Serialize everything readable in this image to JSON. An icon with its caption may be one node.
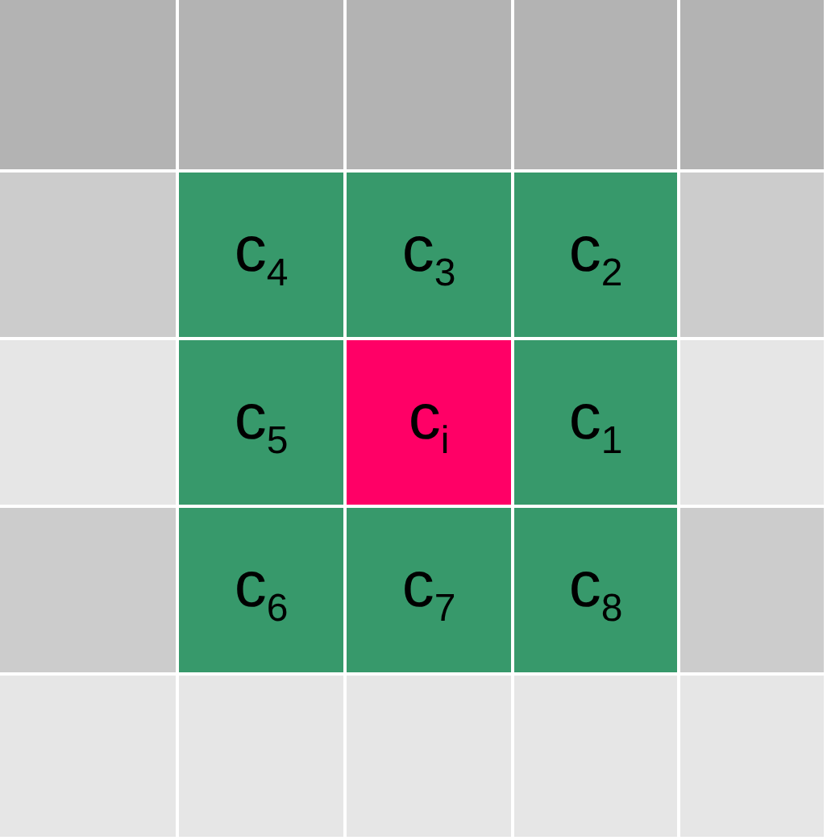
{
  "diagram": {
    "nodes": [
      {
        "text": [],
        "shape": "box"
      },
      {
        "text": [],
        "shape": "box"
      },
      {
        "text": [],
        "shape": "box"
      },
      {
        "text": [],
        "shape": "box"
      },
      {
        "text": [],
        "shape": "box"
      },
      {
        "text": [],
        "shape": "box"
      },
      {
        "text": [
          "c$_{4}$"
        ]
      },
      {
        "text": [
          "c$_{3}$"
        ]
      },
      {
        "text": [
          "c$_{2}$"
        ]
      },
      {
        "text": [],
        "shape": "box"
      },
      {
        "text": [],
        "shape": "box"
      },
      {
        "text": [
          "c$_{5}$"
        ]
      },
      {
        "text": [
          "c$_{i}$"
        ]
      },
      {
        "text": [
          "c$_{1}$"
        ]
      },
      {
        "text": [],
        "shape": "box"
      },
      {
        "text": [],
        "shape": "box"
      },
      {
        "text": [
          "c$_{6}$"
        ]
      },
      {
        "text": [
          "c$_{7}$"
        ]
      },
      {
        "text": [
          "c$_{8}$"
        ]
      },
      {
        "text": [],
        "shape": "box"
      },
      {
        "text": [],
        "shape": "box"
      },
      {
        "text": [],
        "shape": "box"
      },
      {
        "text": [],
        "shape": "box"
      },
      {
        "text": [],
        "shape": "box"
      },
      {
        "text": [],
        "shape": "box"
      }
    ]
  }
}
